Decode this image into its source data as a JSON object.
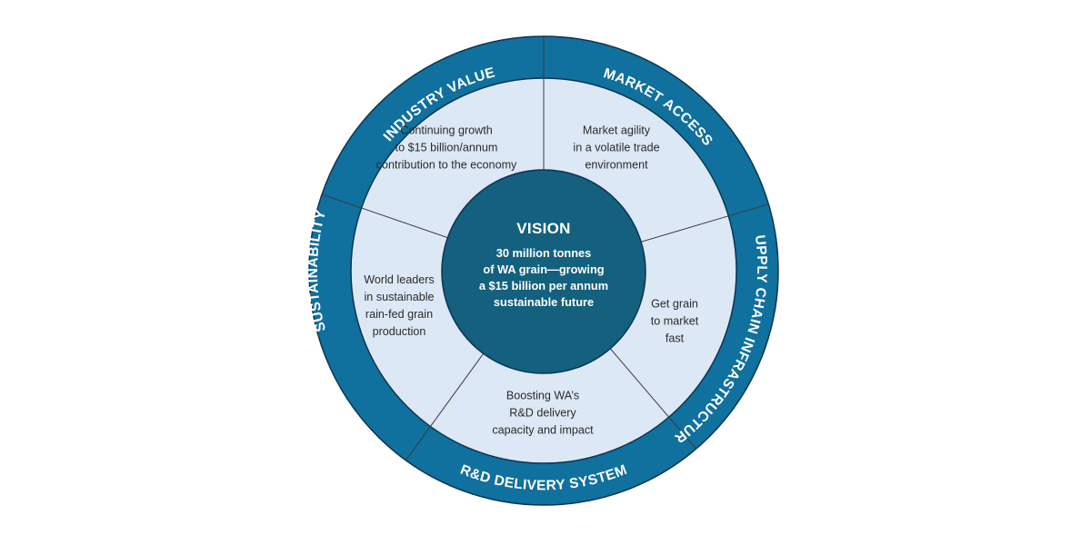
{
  "diagram": {
    "colors": {
      "outer_ring": "#10709e",
      "outer_ring_stroke": "#0d3550",
      "inner_ring": "#dce8f5",
      "center": "#13607f",
      "divider": "#3a3a3a",
      "ring_label_text": "#ffffff",
      "segment_text": "#2b2b2b"
    },
    "vision": {
      "title": "VISION",
      "lines": [
        "30 million tonnes",
        "of WA grain—growing",
        "a $15 billion per annum",
        "sustainable future"
      ]
    },
    "segments": [
      {
        "label": "INDUSTRY VALUE",
        "lines": [
          "Continuing growth",
          "to $15 billion/annum",
          "contribution to the economy"
        ]
      },
      {
        "label": "MARKET ACCESS",
        "lines": [
          "Market agility",
          "in a volatile trade",
          "environment"
        ]
      },
      {
        "label": "SUPPLY CHAIN INFRASTRUCTURE",
        "lines": [
          "Get grain",
          "to market",
          "fast"
        ]
      },
      {
        "label": "R&D DELIVERY SYSTEM",
        "lines": [
          "Boosting WA’s",
          "R&D delivery",
          "capacity and impact"
        ]
      },
      {
        "label": "SUSTAINABILITY",
        "lines": [
          "World leaders",
          "in sustainable",
          "rain-fed  grain",
          "production"
        ]
      }
    ]
  }
}
